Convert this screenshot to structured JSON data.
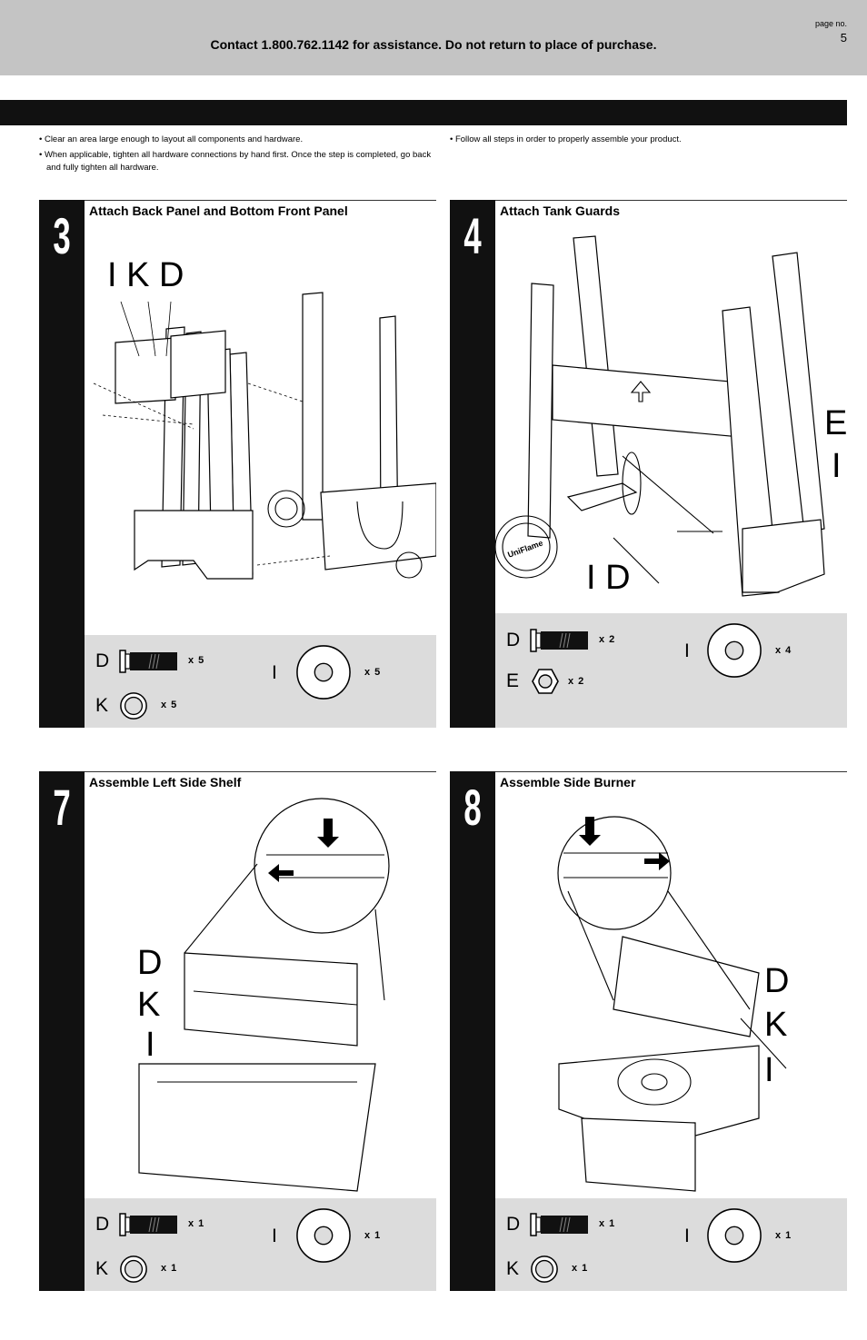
{
  "header": {
    "contact": "Contact 1.800.762.1142 for assistance. Do not return to place of purchase.",
    "page_label": "page no.",
    "page_number": "5"
  },
  "notes": {
    "left": [
      "• Clear an area large enough to layout all components and hardware.",
      "• When applicable, tighten all hardware connections by hand first. Once the step is completed, go back and fully tighten all hardware."
    ],
    "right": [
      "• Follow all steps in order to properly assemble your product."
    ]
  },
  "steps": [
    {
      "number": "3",
      "title": "Attach Back Panel and Bottom Front Panel",
      "callouts": [
        "I K D"
      ],
      "parts": [
        {
          "letter": "D",
          "qty": "x 5",
          "icon": "bolt-icon"
        },
        {
          "letter": "I",
          "qty": "x 5",
          "icon": "washer-icon"
        },
        {
          "letter": "K",
          "qty": "x 5",
          "icon": "lock-washer-icon"
        }
      ]
    },
    {
      "number": "4",
      "title": "Attach Tank Guards",
      "callouts": [
        "E",
        "I",
        "I D"
      ],
      "parts": [
        {
          "letter": "D",
          "qty": "x 2",
          "icon": "bolt-icon"
        },
        {
          "letter": "I",
          "qty": "x 4",
          "icon": "washer-icon"
        },
        {
          "letter": "E",
          "qty": "x 2",
          "icon": "nut-icon"
        }
      ]
    },
    {
      "number": "7",
      "title": "Assemble Left Side Shelf",
      "callouts": [
        "D",
        "K",
        "I"
      ],
      "parts": [
        {
          "letter": "D",
          "qty": "x 1",
          "icon": "bolt-icon"
        },
        {
          "letter": "I",
          "qty": "x 1",
          "icon": "washer-icon"
        },
        {
          "letter": "K",
          "qty": "x 1",
          "icon": "lock-washer-icon"
        }
      ]
    },
    {
      "number": "8",
      "title": "Assemble Side Burner",
      "callouts": [
        "D",
        "K",
        "I"
      ],
      "parts": [
        {
          "letter": "D",
          "qty": "x 1",
          "icon": "bolt-icon"
        },
        {
          "letter": "I",
          "qty": "x 1",
          "icon": "washer-icon"
        },
        {
          "letter": "K",
          "qty": "x 1",
          "icon": "lock-washer-icon"
        }
      ]
    }
  ],
  "logo_text": "UniFlame"
}
